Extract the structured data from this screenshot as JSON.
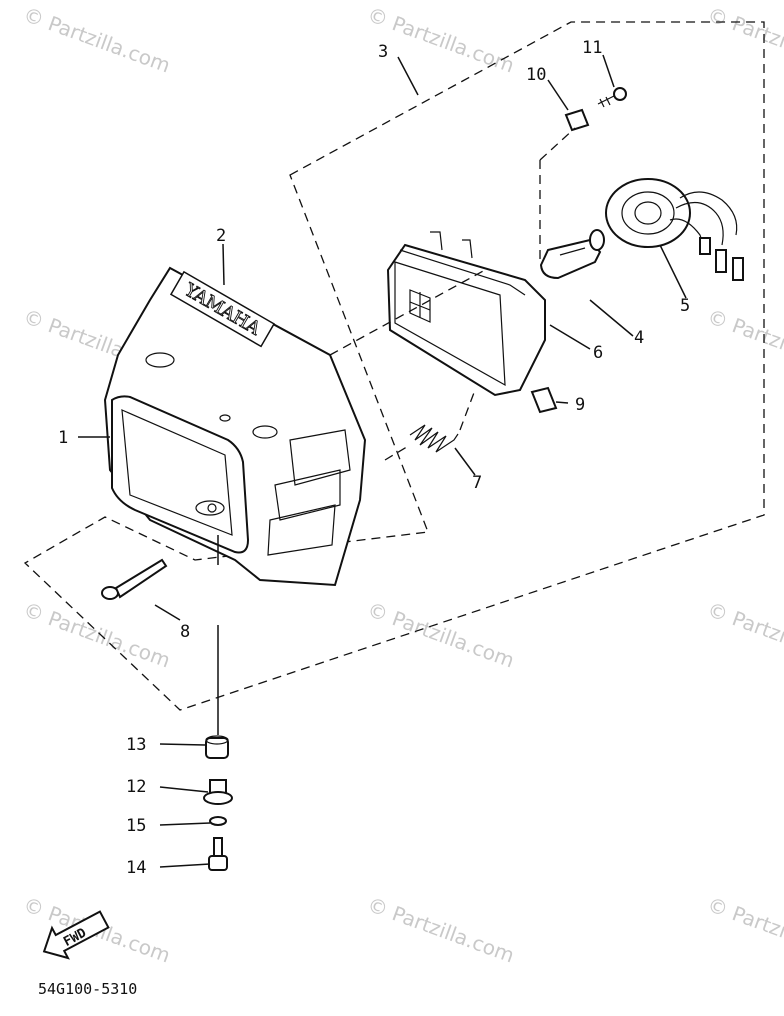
{
  "watermark": "© Partzilla.com",
  "callouts": [
    {
      "id": "1",
      "label": "1"
    },
    {
      "id": "2",
      "label": "2"
    },
    {
      "id": "3",
      "label": "3"
    },
    {
      "id": "4",
      "label": "4"
    },
    {
      "id": "5",
      "label": "5"
    },
    {
      "id": "6",
      "label": "6"
    },
    {
      "id": "7",
      "label": "7"
    },
    {
      "id": "8",
      "label": "8"
    },
    {
      "id": "9",
      "label": "9"
    },
    {
      "id": "10",
      "label": "10"
    },
    {
      "id": "11",
      "label": "11"
    },
    {
      "id": "12",
      "label": "12"
    },
    {
      "id": "13",
      "label": "13"
    },
    {
      "id": "14",
      "label": "14"
    },
    {
      "id": "15",
      "label": "15"
    }
  ],
  "brand_decal": "YAMAHA",
  "fwd_arrow": "FWD",
  "diagram_code": "54G100-5310"
}
